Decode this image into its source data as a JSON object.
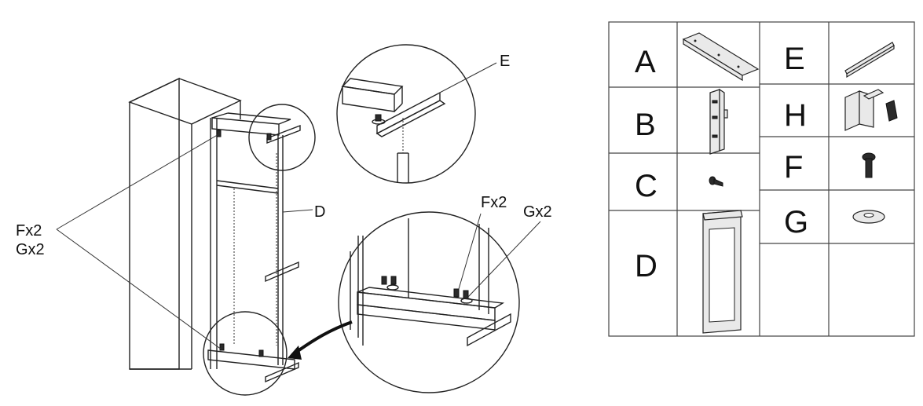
{
  "callouts": {
    "e_top": "E",
    "d_main": "D",
    "fx2_left": "Fx2",
    "gx2_left": "Gx2",
    "fx2_detail": "Fx2",
    "gx2_detail": "Gx2"
  },
  "parts_table": {
    "a": "A",
    "b": "B",
    "c": "C",
    "d": "D",
    "e": "E",
    "h": "H",
    "f": "F",
    "g": "G"
  }
}
